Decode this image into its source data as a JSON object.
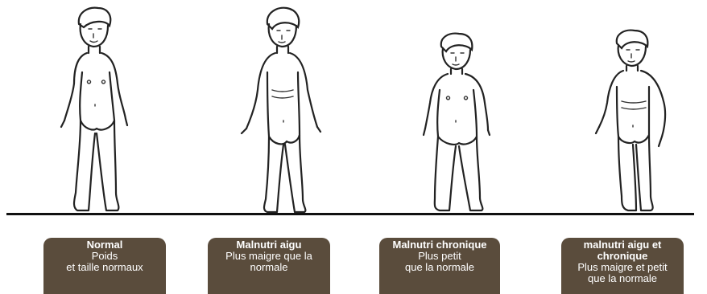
{
  "figures": [
    {
      "id": "normal",
      "title": "Normal",
      "description": "Poids\net taille normaux"
    },
    {
      "id": "acute",
      "title": "Malnutri aigu",
      "description": "Plus maigre que la\nnormale"
    },
    {
      "id": "chronic",
      "title": "Malnutri chronique",
      "description": "Plus petit\nque la normale"
    },
    {
      "id": "acute-chronic",
      "title": "malnutri aigu et\nchronique",
      "description": "Plus maigre et petit\nque la normale"
    }
  ],
  "colors": {
    "label_background": "#5a4c3c",
    "label_text": "#ffffff",
    "ground_line": "#111111"
  },
  "icons": [
    "child-normal-drawing",
    "child-acute-malnutrition-drawing",
    "child-chronic-malnutrition-drawing",
    "child-acute-chronic-malnutrition-drawing"
  ]
}
